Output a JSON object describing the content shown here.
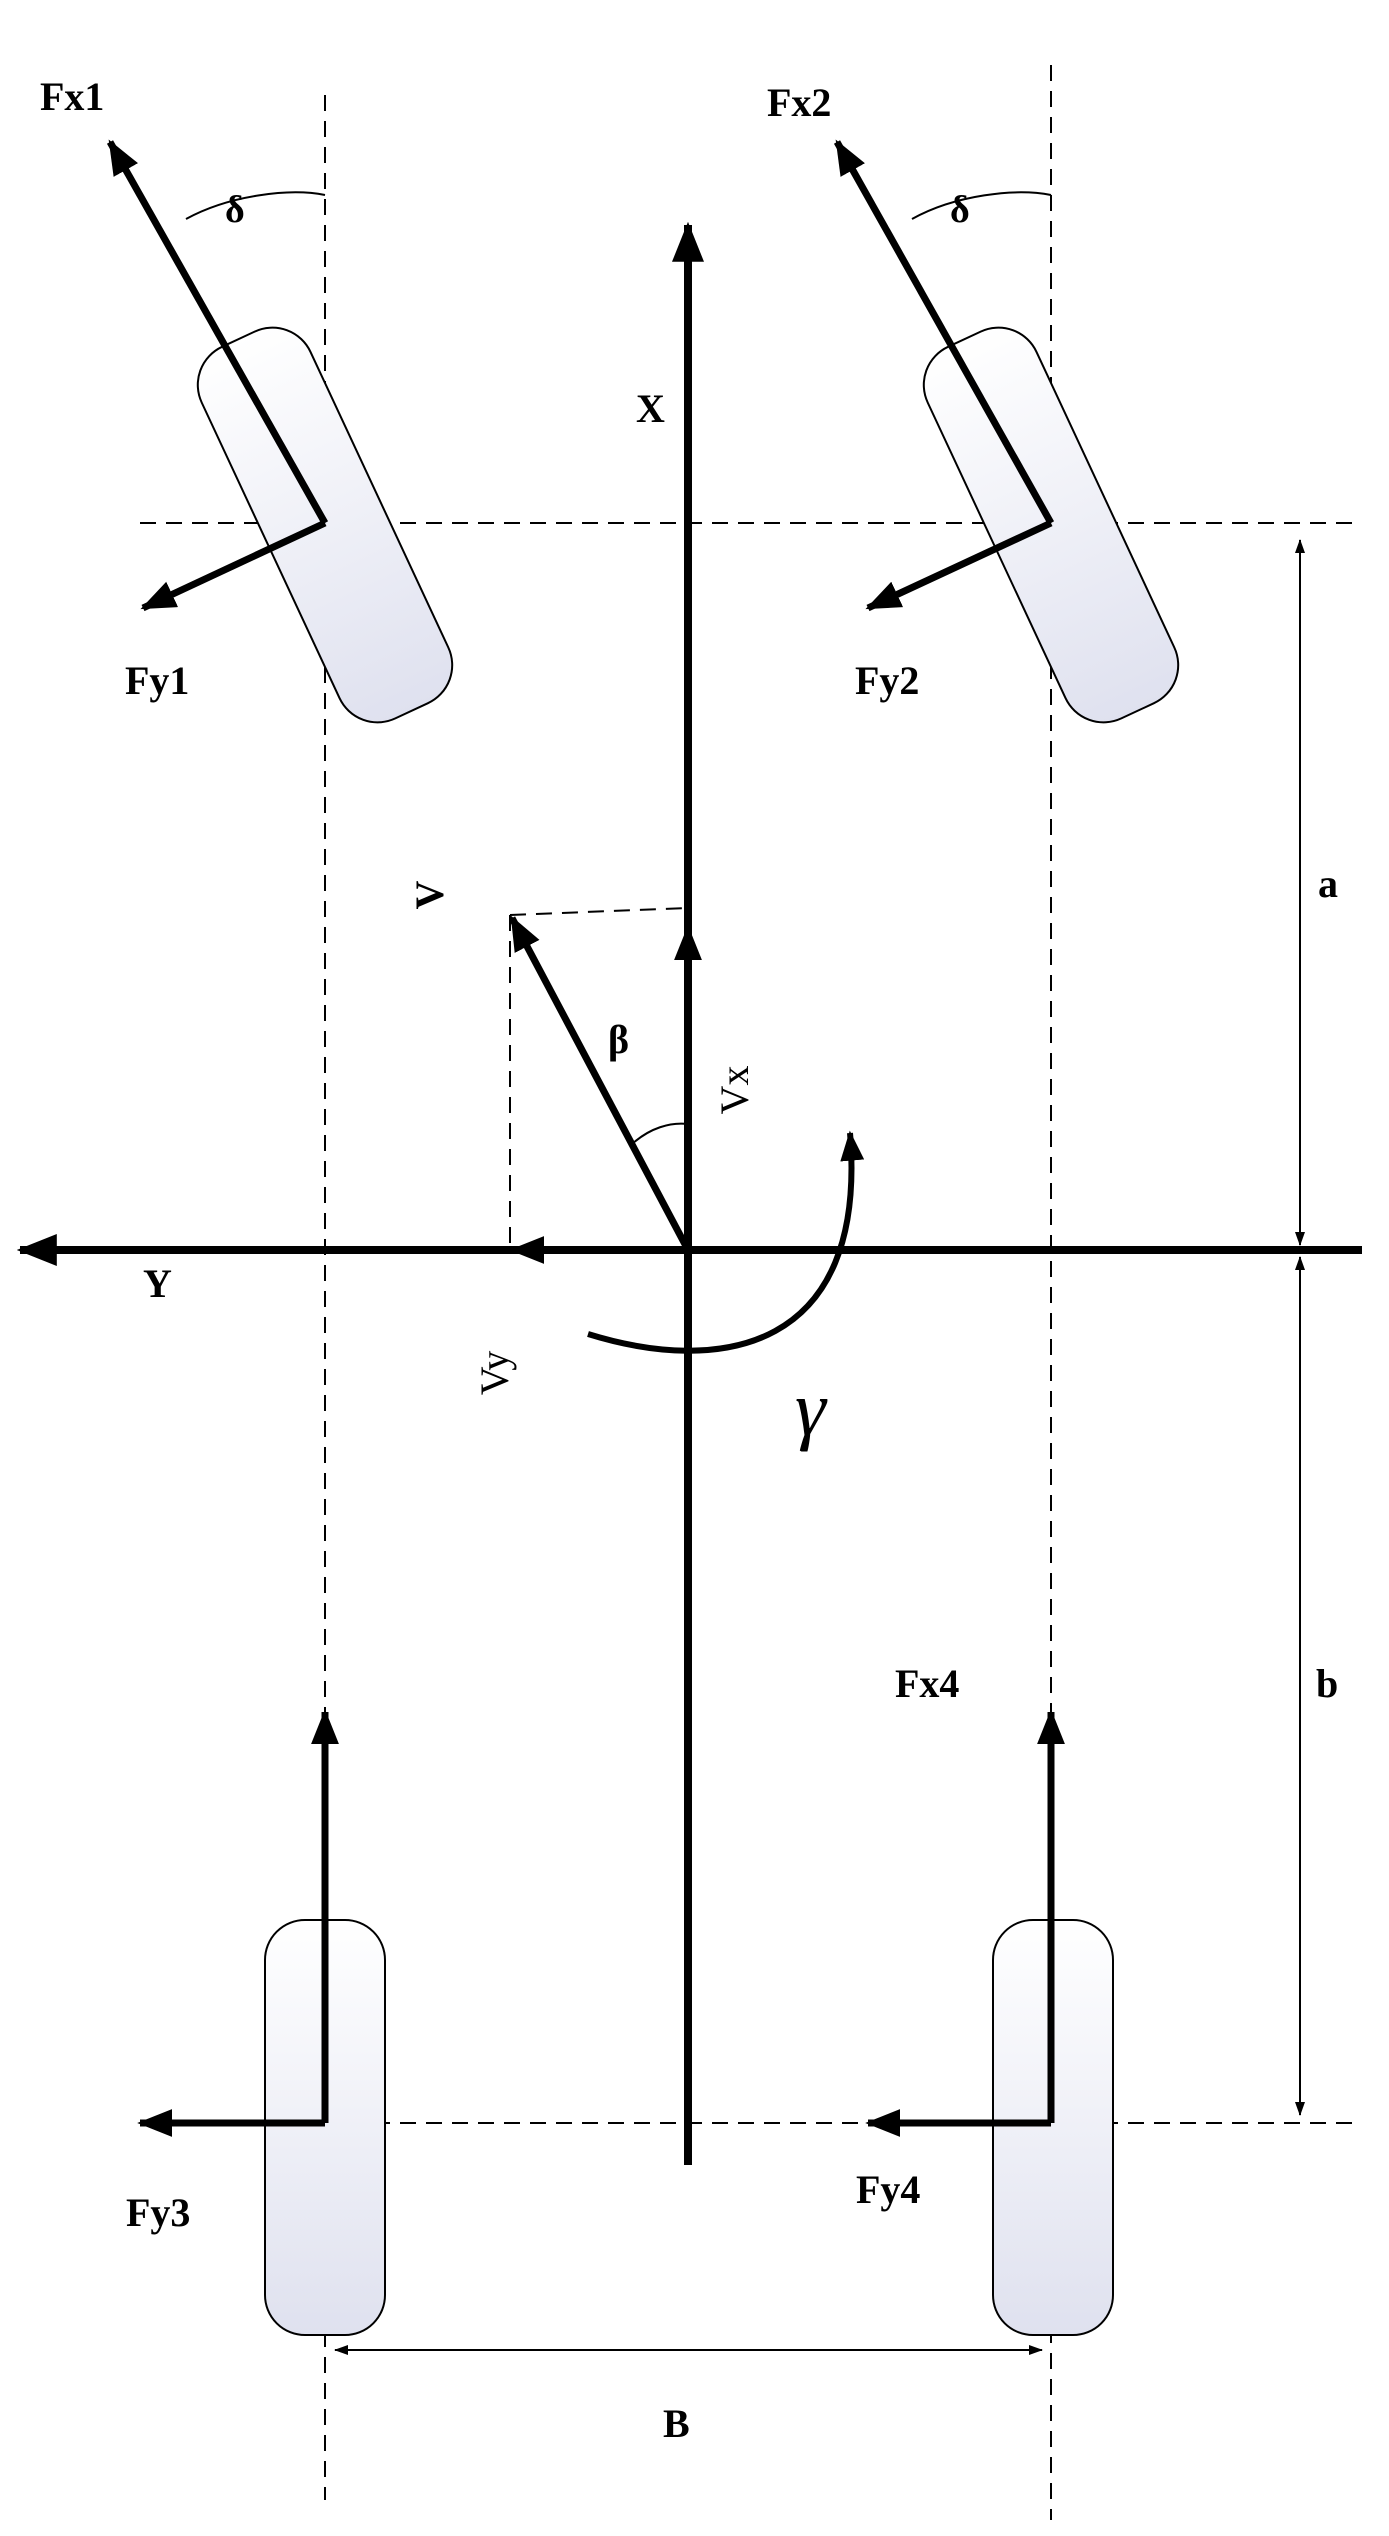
{
  "labels": {
    "fx1": "Fx1",
    "fx2": "Fx2",
    "fx4": "Fx4",
    "fy1": "Fy1",
    "fy2": "Fy2",
    "fy3": "Fy3",
    "fy4": "Fy4",
    "x_axis": "X",
    "y_axis": "Y",
    "v": "V",
    "vx": "Vx",
    "vy": "Vy",
    "beta": "β",
    "delta_left": "δ",
    "delta_right": "δ",
    "gamma": "γ",
    "dim_a": "a",
    "dim_b": "b",
    "dim_track": "B"
  },
  "colors": {
    "line": "#000000",
    "tire_fill_top": "#ffffff",
    "tire_fill_bottom": "#dfe1ef"
  }
}
